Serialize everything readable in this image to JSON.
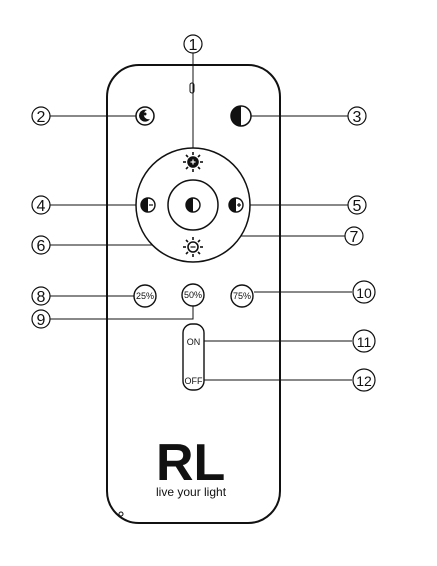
{
  "callouts": [
    "1",
    "2",
    "3",
    "4",
    "5",
    "6",
    "7",
    "8",
    "9",
    "10",
    "11",
    "12"
  ],
  "buttons": {
    "preset_25": "25%",
    "preset_50": "50%",
    "preset_75": "75%",
    "on": "ON",
    "off": "OFF"
  },
  "brand": {
    "logo": "RL",
    "tagline": "live your light"
  },
  "icons": {
    "night_mode": "moon-star-icon",
    "color_temp": "half-circle-icon",
    "brightness_up": "sun-plus-icon",
    "brightness_down": "sun-minus-icon",
    "warmer": "color-temp-minus-icon",
    "cooler": "color-temp-plus-icon",
    "center": "half-circle-icon"
  }
}
